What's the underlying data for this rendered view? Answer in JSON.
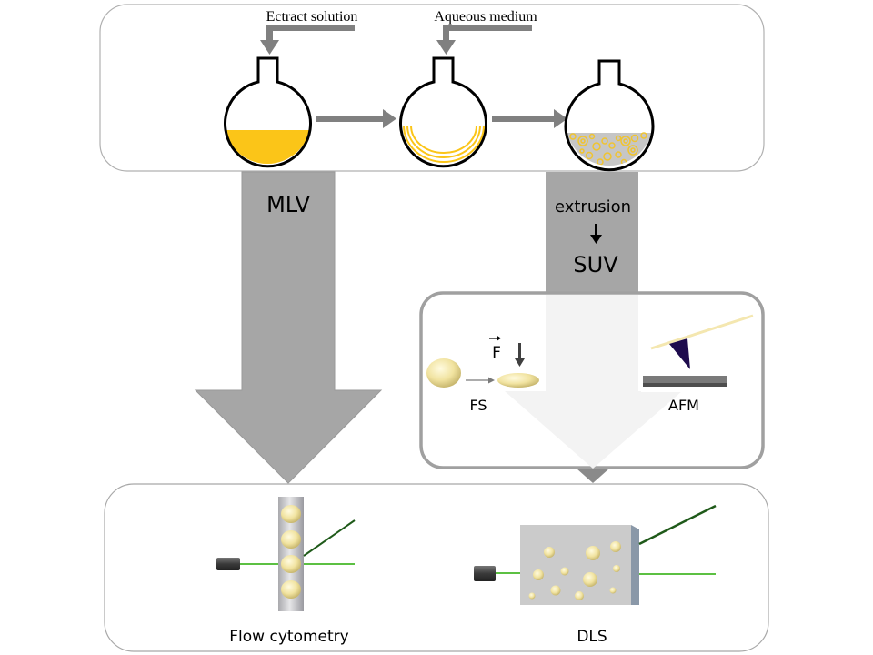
{
  "diagram": {
    "top_panel": {
      "inputs": [
        {
          "label": "Ectract solution"
        },
        {
          "label": "Aqueous medium"
        }
      ],
      "flasks": [
        {
          "name": "flask-extract-solution",
          "contents": "liquid"
        },
        {
          "name": "flask-lipid-film",
          "contents": "film"
        },
        {
          "name": "flask-vesicle-suspension",
          "contents": "vesicles"
        }
      ]
    },
    "branches": {
      "mlv": {
        "label": "MLV"
      },
      "suv": {
        "step_label": "extrusion",
        "label": "SUV"
      }
    },
    "middle_panel": {
      "fs": {
        "force_label": "F",
        "label": "FS"
      },
      "afm": {
        "label": "AFM"
      }
    },
    "bottom_panel": {
      "flow_cytometry": {
        "label": "Flow cytometry"
      },
      "dls": {
        "label": "DLS"
      }
    },
    "colors": {
      "lipid_yellow": "#fbc518",
      "arrow_gray": "#a6a6a6",
      "flow_arrow_gray": "#7f7f7f",
      "panel_border": "#a0a0a0",
      "vesicle_cream": "#f3e7a6",
      "laser_green": "#5cc043",
      "scatter_green": "#1f5a1a",
      "afm_tip": "#1e0b4d"
    }
  }
}
